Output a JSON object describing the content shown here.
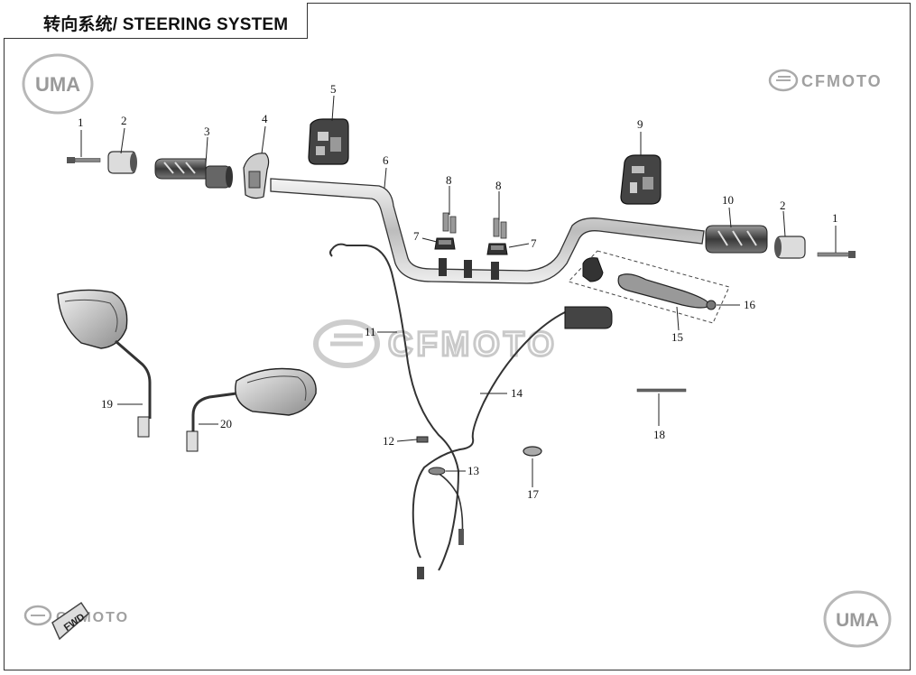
{
  "title": "转向系统/ STEERING SYSTEM",
  "logos": {
    "uma": "UMA",
    "cfmoto": "CFMOTO",
    "fwd": "FWD"
  },
  "colors": {
    "line": "#222222",
    "part_dark": "#3a3a3a",
    "part_mid": "#8a8a8a",
    "part_light": "#d8d8d8",
    "watermark": "#c8c8c8",
    "logo_gray": "#9a9a9a"
  },
  "parts": [
    {
      "id": "1",
      "label": "1"
    },
    {
      "id": "2",
      "label": "2"
    },
    {
      "id": "3",
      "label": "3"
    },
    {
      "id": "4",
      "label": "4"
    },
    {
      "id": "5",
      "label": "5"
    },
    {
      "id": "6",
      "label": "6"
    },
    {
      "id": "7",
      "label": "7"
    },
    {
      "id": "8",
      "label": "8"
    },
    {
      "id": "9",
      "label": "9"
    },
    {
      "id": "10",
      "label": "10"
    },
    {
      "id": "11",
      "label": "11"
    },
    {
      "id": "12",
      "label": "12"
    },
    {
      "id": "13",
      "label": "13"
    },
    {
      "id": "14",
      "label": "14"
    },
    {
      "id": "15",
      "label": "15"
    },
    {
      "id": "16",
      "label": "16"
    },
    {
      "id": "17",
      "label": "17"
    },
    {
      "id": "18",
      "label": "18"
    },
    {
      "id": "19",
      "label": "19"
    },
    {
      "id": "20",
      "label": "20"
    }
  ]
}
